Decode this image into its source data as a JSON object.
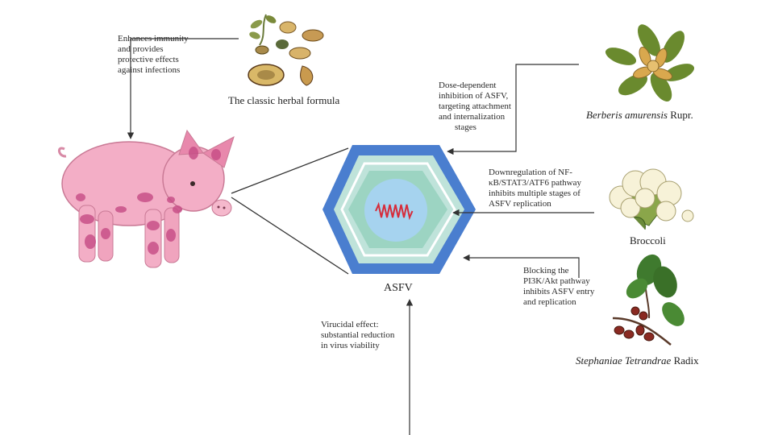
{
  "herbal": {
    "label": "The classic herbal formula",
    "effect": [
      "Enhances immunity",
      "and provides",
      "protective effects",
      "against infections"
    ]
  },
  "berberis": {
    "label_italic": "Berberis amurensis",
    "label_rest": " Rupr.",
    "effect": [
      "Dose-dependent",
      "inhibition of ASFV,",
      "targeting attachment",
      "and internalization",
      "stages"
    ]
  },
  "broccoli": {
    "label": "Broccoli",
    "effect": [
      "Downregulation of NF-",
      "κB/STAT3/ATF6 pathway",
      "inhibits multiple stages of",
      "ASFV replication"
    ]
  },
  "stephania": {
    "label_italic": "Stephaniae Tetrandrae",
    "label_rest": " Radix",
    "effect": [
      "Blocking the",
      "PI3K/Akt pathway",
      "inhibits ASFV entry",
      "and replication"
    ]
  },
  "bottom": {
    "effect": [
      "Virucidal effect:",
      "substantial reduction",
      "in virus viability"
    ]
  },
  "virus": {
    "label": "ASFV"
  },
  "icons": [
    "pig-icon",
    "herb-mix-icon",
    "berberis-flower-icon",
    "broccoli-icon",
    "stephania-branch-icon",
    "asfv-hexagon-icon"
  ],
  "colors": {
    "hexagon_outer": "#4a7ecf",
    "hexagon_inner": "#9cd4c2",
    "core": "#a6d3ef",
    "dna": "#d62c3a",
    "pig": "#f3aec6"
  }
}
